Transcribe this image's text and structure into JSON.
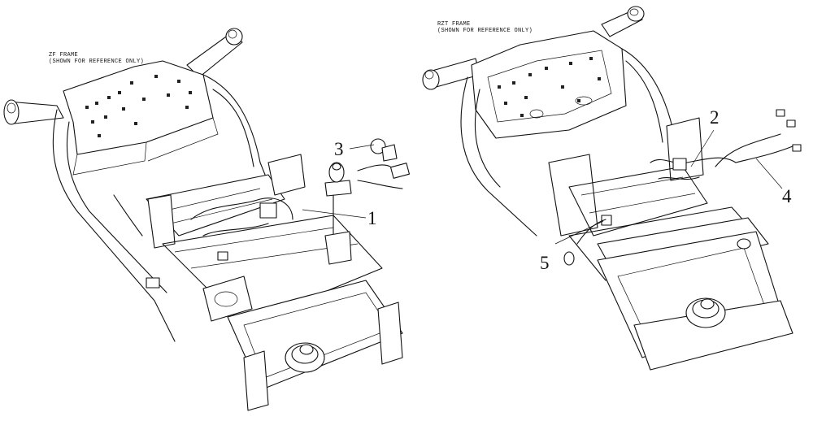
{
  "left_frame": {
    "reference_note_line1": "ZF FRAME",
    "reference_note_line2": "(SHOWN FOR REFERENCE ONLY)"
  },
  "right_frame": {
    "reference_note_line1": "RZT FRAME",
    "reference_note_line2": "(SHOWN FOR REFERENCE ONLY)"
  },
  "callouts": {
    "item_1": "1",
    "item_2": "2",
    "item_3": "3",
    "item_4": "4",
    "item_5": "5"
  }
}
